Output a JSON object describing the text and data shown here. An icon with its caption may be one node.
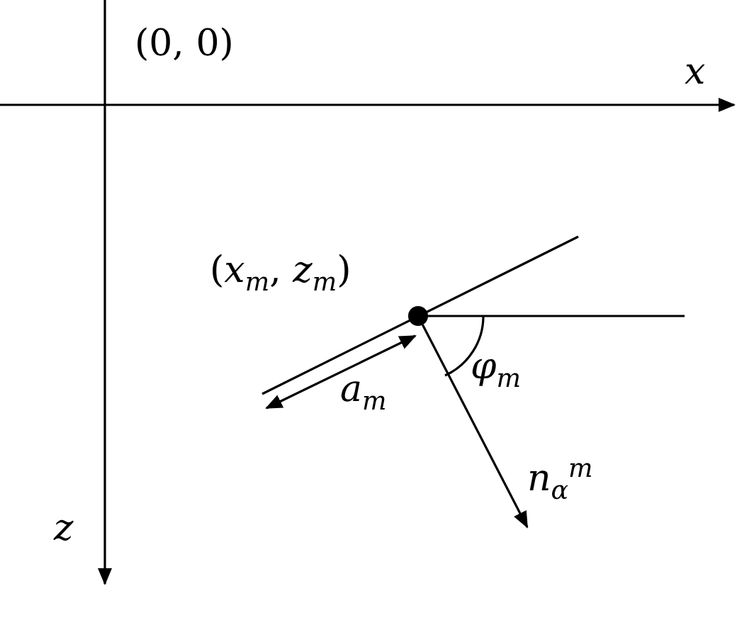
{
  "diagram": {
    "nodes": [
      {
        "text": [],
        "shape": "circle",
        "beside": [
          "(*x*$_{m}$, *z*$_{m}$)"
        ]
      },
      {
        "text": [
          "n$_{α}$$^{m}$"
        ]
      }
    ],
    "edges": [
      {
        "from": 0,
        "to": 1,
        "arrow": "to"
      }
    ],
    "labels": [
      "(0, 0)",
      "x",
      "z",
      "a$_{m}$",
      "φ$_{m}$"
    ]
  }
}
